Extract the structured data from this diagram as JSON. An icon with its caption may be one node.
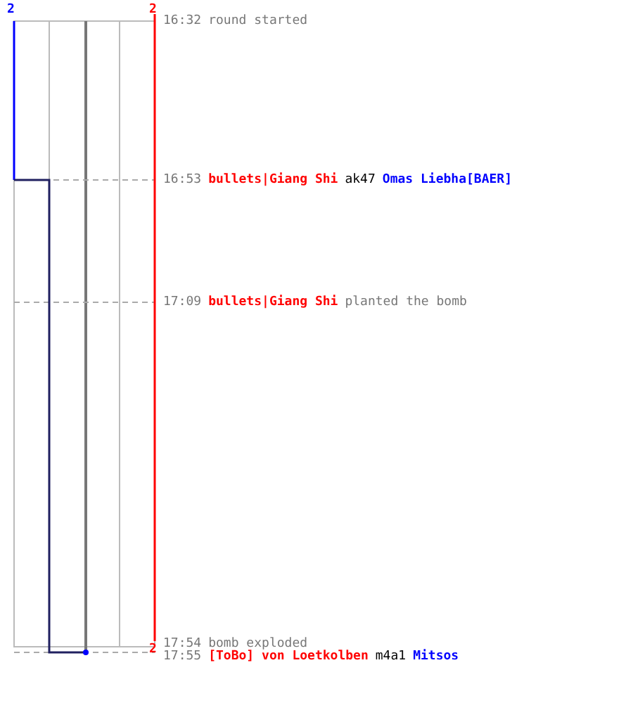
{
  "diagram": {
    "labels": [
      "2",
      "2",
      "16:32",
      "round started",
      "16:53",
      "bullets|Giang Shi",
      "ak47",
      "Omas Liebha[BAER]",
      "17:09",
      "bullets|Giang Shi",
      "planted the bomb",
      "2",
      "17:54",
      "bomb exploded",
      "17:55",
      "[ToBo] von Loetkolben",
      "m4a1",
      "Mitsos"
    ]
  }
}
